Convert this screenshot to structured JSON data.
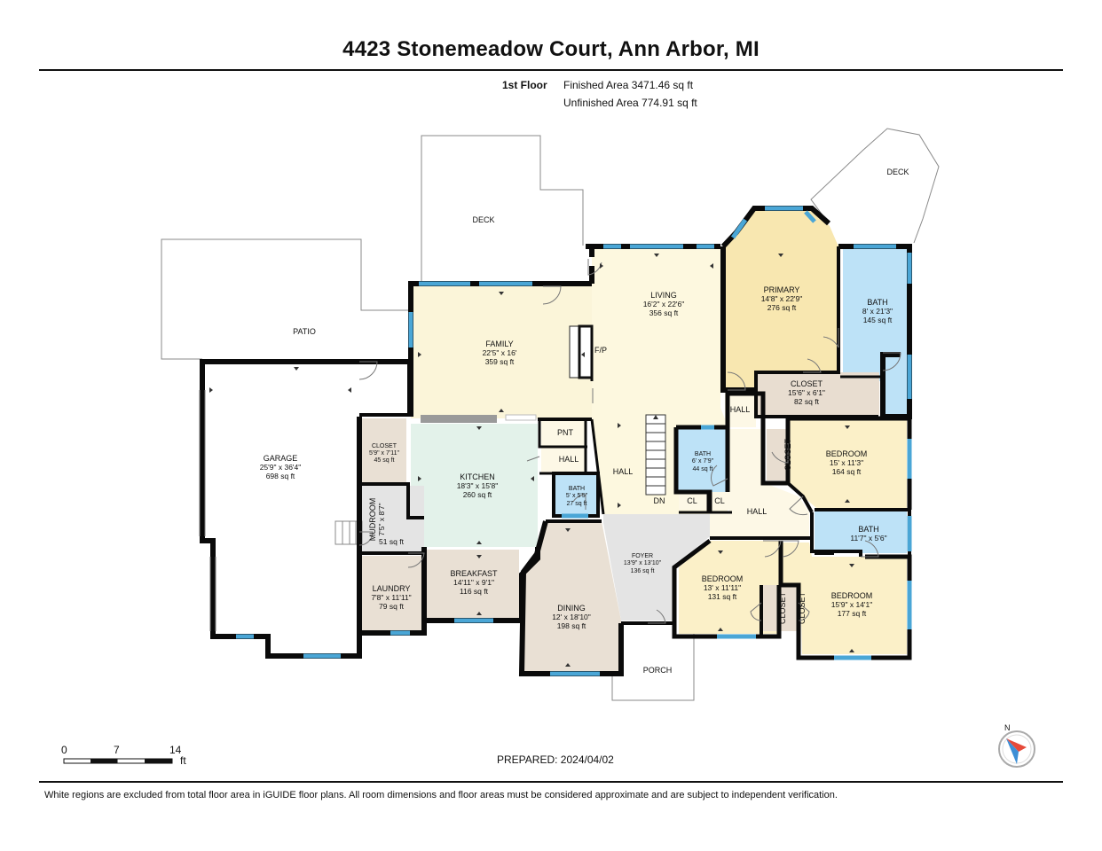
{
  "header": {
    "title": "4423 Stonemeadow Court, Ann Arbor, MI",
    "floor": "1st Floor",
    "finished_area": "Finished Area 3471.46 sq ft",
    "unfinished_area": "Unfinished Area 774.91 sq ft"
  },
  "colors": {
    "wall": "#0a0a0a",
    "window": "#4aa6d6",
    "family": "#fbf5d9",
    "living": "#fdf8df",
    "primary": "#f8e7b0",
    "bath": "#bde2f7",
    "closet": "#e8ddd0",
    "kitchen": "#e3f2ea",
    "breakfast": "#e9e0d4",
    "dining": "#e9e0d4",
    "foyer": "#e4e4e4",
    "bedroom": "#fbf0c8",
    "hall": "#fdf8e6",
    "laundry": "#e9e0d4",
    "garage": "#ffffff"
  },
  "exterior": {
    "deck_rear": "DECK",
    "deck_side": "DECK",
    "patio": "PATIO",
    "porch": "PORCH"
  },
  "rooms": {
    "family": {
      "name": "FAMILY",
      "dims": "22'5\" x 16'",
      "area": "359 sq ft"
    },
    "fireplace": {
      "name": "F/P"
    },
    "living": {
      "name": "LIVING",
      "dims": "16'2\" x 22'6\"",
      "area": "356 sq ft"
    },
    "primary": {
      "name": "PRIMARY",
      "dims": "14'8\" x 22'9\"",
      "area": "276 sq ft"
    },
    "bath_primary": {
      "name": "BATH",
      "dims": "8' x 21'3\"",
      "area": "145 sq ft"
    },
    "closet_primary": {
      "name": "CLOSET",
      "dims": "15'6\" x 6'1\"",
      "area": "82 sq ft"
    },
    "hall_primary": {
      "name": "HALL"
    },
    "garage": {
      "name": "GARAGE",
      "dims": "25'9\" x 36'4\"",
      "area": "698 sq ft"
    },
    "closet_garage": {
      "name": "CLOSET",
      "dims": "5'9\" x 7'11\"",
      "area": "45 sq ft"
    },
    "mudroom": {
      "name": "MUDROOM",
      "dims": "7'5\" x 8'7\"",
      "area": "51 sq ft"
    },
    "laundry": {
      "name": "LAUNDRY",
      "dims": "7'8\" x 11'11\"",
      "area": "79 sq ft"
    },
    "kitchen": {
      "name": "KITCHEN",
      "dims": "18'3\" x 15'8\"",
      "area": "260 sq ft"
    },
    "pantry": {
      "name": "PNT"
    },
    "hall_kitchen": {
      "name": "HALL"
    },
    "bath_kitchen": {
      "name": "BATH",
      "dims": "5' x 5'5\"",
      "area": "27 sq ft"
    },
    "breakfast": {
      "name": "BREAKFAST",
      "dims": "14'11\" x 9'1\"",
      "area": "116 sq ft"
    },
    "dining": {
      "name": "DINING",
      "dims": "12' x 18'10\"",
      "area": "198 sq ft"
    },
    "hall_main": {
      "name": "HALL"
    },
    "stairs_down": {
      "name": "DN"
    },
    "bath_center": {
      "name": "BATH",
      "dims": "6' x 7'9\"",
      "area": "44 sq ft"
    },
    "cl_a": {
      "name": "CL"
    },
    "cl_b": {
      "name": "CL"
    },
    "foyer": {
      "name": "FOYER",
      "dims": "13'9\" x 13'10\"",
      "area": "136 sq ft"
    },
    "hall_bed": {
      "name": "HALL"
    },
    "closet_bed1": {
      "name": "CLOSET"
    },
    "bedroom1": {
      "name": "BEDROOM",
      "dims": "15' x 11'3\"",
      "area": "164 sq ft"
    },
    "bath_bed": {
      "name": "BATH",
      "dims": "11'7\" x 5'6\""
    },
    "bedroom2": {
      "name": "BEDROOM",
      "dims": "13' x 11'11\"",
      "area": "131 sq ft"
    },
    "closet_bed2": {
      "name": "CLOSET"
    },
    "closet_bed3": {
      "name": "CLOSET"
    },
    "bedroom3": {
      "name": "BEDROOM",
      "dims": "15'9\" x 14'1\"",
      "area": "177 sq ft"
    }
  },
  "scale": {
    "t0": "0",
    "t1": "7",
    "t2": "14",
    "unit": "ft"
  },
  "compass": {
    "north": "N"
  },
  "footer": {
    "prepared": "PREPARED: 2024/04/02",
    "disclaimer": "White regions are excluded from total floor area in iGUIDE floor plans. All room dimensions and floor areas must be considered approximate and are subject to independent verification."
  }
}
